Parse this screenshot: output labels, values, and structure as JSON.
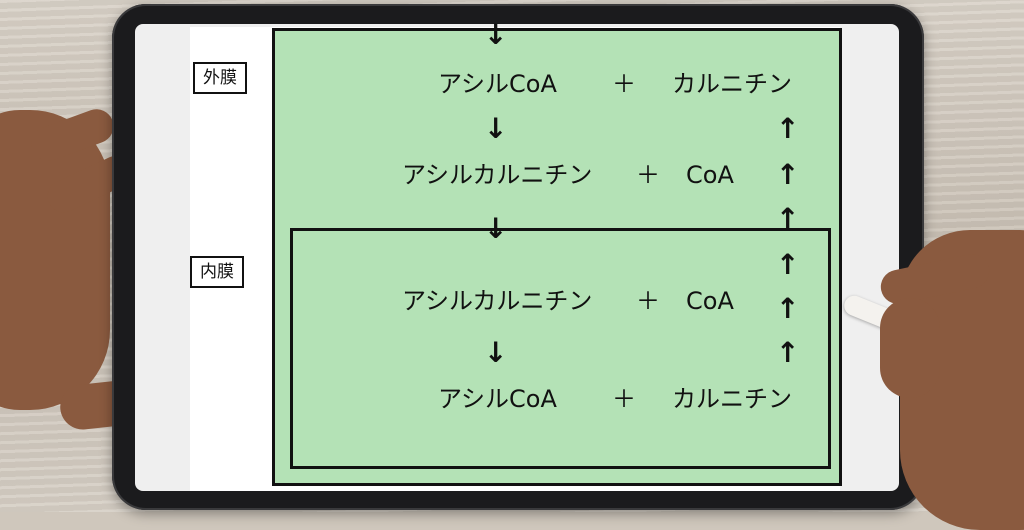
{
  "labels": {
    "outer_membrane": "外膜",
    "inner_membrane": "内膜"
  },
  "rows": [
    {
      "left": "アシルCoA",
      "plus": "＋",
      "right": "カルニチン"
    },
    {
      "left": "アシルカルニチン",
      "plus": "＋",
      "right": "CoA"
    },
    {
      "left": "アシルカルニチン",
      "plus": "＋",
      "right": "CoA"
    },
    {
      "left": "アシルCoA",
      "plus": "＋",
      "right": "カルニチン"
    }
  ],
  "arrows": {
    "down": "↓",
    "up": "↑"
  },
  "colors": {
    "cytosol_fill": "#b4e2b6",
    "border": "#111111"
  }
}
